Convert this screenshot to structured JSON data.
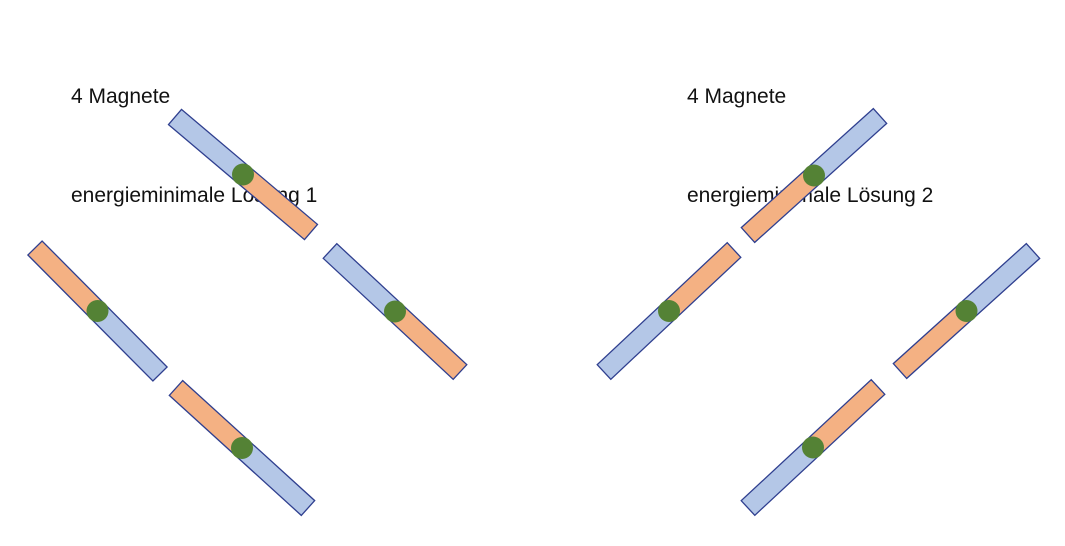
{
  "colors": {
    "north": "#b4c7e7",
    "south": "#f4b183",
    "pivot": "#548235",
    "outline": "#2f3f8f"
  },
  "panels": [
    {
      "title_line1": "4 Magnete",
      "title_line2": "energieminimale Lösung 1",
      "magnets": [
        {
          "blue_half": "upper"
        },
        {
          "blue_half": "upper"
        },
        {
          "blue_half": "lower"
        },
        {
          "blue_half": "lower"
        }
      ]
    },
    {
      "title_line1": "4 Magnete",
      "title_line2": "energieminimale Lösung 2",
      "magnets": [
        {
          "blue_half": "upper"
        },
        {
          "blue_half": "upper"
        },
        {
          "blue_half": "lower"
        },
        {
          "blue_half": "lower"
        }
      ]
    }
  ]
}
